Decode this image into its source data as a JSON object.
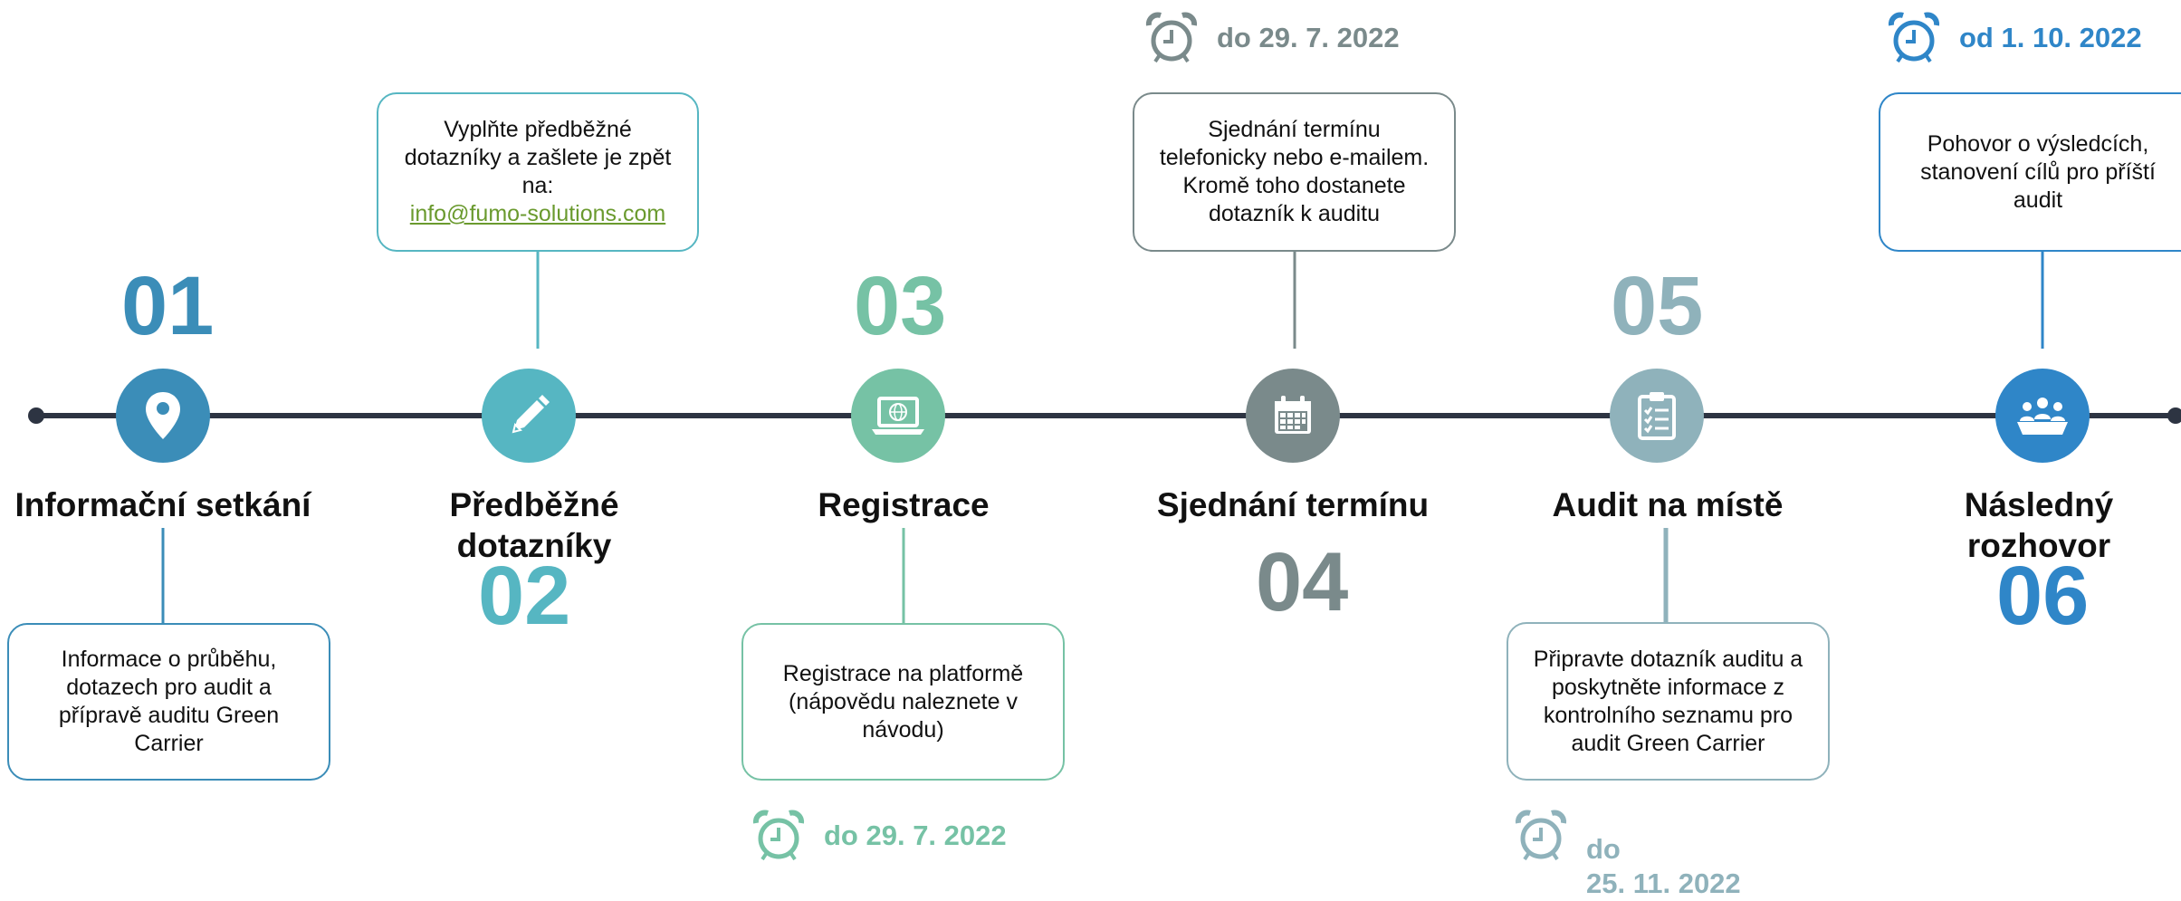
{
  "colors": {
    "line": "#2d3442",
    "s1": "#3b8db8",
    "s2": "#56b6c2",
    "s3": "#76c2a5",
    "s4": "#7a8a8b",
    "s5": "#8fb2bb",
    "s6": "#2f86c8"
  },
  "steps": [
    {
      "number": "01",
      "title_lines": [
        "Informační setkání"
      ],
      "icon": "map-pin-icon",
      "box_lines": [
        "Informace o průběhu,",
        "dotazech pro audit a",
        "přípravě auditu Green",
        "Carrier"
      ]
    },
    {
      "number": "02",
      "title_lines": [
        "Předběžné",
        "dotazníky"
      ],
      "icon": "pencil-icon",
      "box_lines": [
        "Vyplňte předběžné",
        "dotazníky a zašlete je zpět",
        "na:"
      ],
      "box_link": "info@fumo-solutions.com"
    },
    {
      "number": "03",
      "title_lines": [
        "Registrace"
      ],
      "icon": "laptop-globe-icon",
      "box_lines": [
        "Registrace na platformě",
        "(nápovědu naleznete v",
        "návodu)"
      ],
      "deadline_lines": [
        "do 29. 7. 2022"
      ]
    },
    {
      "number": "04",
      "title_lines": [
        "Sjednání termínu"
      ],
      "icon": "calendar-icon",
      "box_lines": [
        "Sjednání termínu",
        "telefonicky nebo e-mailem.",
        "Kromě toho dostanete",
        "dotazník k auditu"
      ],
      "deadline_lines": [
        "do 29. 7. 2022"
      ]
    },
    {
      "number": "05",
      "title_lines": [
        "Audit na místě"
      ],
      "icon": "clipboard-checklist-icon",
      "box_lines": [
        "Připravte dotazník auditu a",
        "poskytněte informace z",
        "kontrolního seznamu pro",
        "audit Green Carrier"
      ],
      "deadline_lines": [
        "do",
        "25. 11. 2022"
      ]
    },
    {
      "number": "06",
      "title_lines": [
        "Následný",
        "rozhovor"
      ],
      "icon": "meeting-group-icon",
      "box_lines": [
        "Pohovor o výsledcích,",
        "stanovení cílů pro příští",
        "audit"
      ],
      "deadline_lines": [
        "od 1. 10. 2022"
      ]
    }
  ]
}
